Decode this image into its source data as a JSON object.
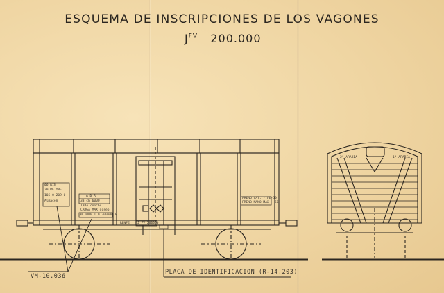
{
  "title": "ESQUEMA DE INSCRIPCIONES DE LOS VAGONES",
  "subtitle": {
    "prefix": "J",
    "superscript": "FV",
    "number": "200.000"
  },
  "side_view": {
    "left_panel": [
      "06 RIN",
      "20 RE.YPE",
      "105 0 209-0",
      "Almacen"
    ],
    "weight_block": {
      "header": "A D R",
      "row1": "33 ch   6000",
      "row2": "TARA concbs",
      "row3": "CARGA MAX dcseo"
    },
    "long_label": "Ø 1000 1 0 200000 0",
    "right_panel": [
      "FRENO CAT. - FE-50",
      "FRENO MANO MAX - 56"
    ],
    "bottom_left": "RENFE",
    "bottom_plate": "J FV 200000"
  },
  "end_view": {
    "class_left": "2ª ARABIA",
    "class_right": "1ª ARABIA"
  },
  "callouts": {
    "left": "VM-10.036",
    "bottom": "PLACA DE IDENTIFICACION (R-14.203)"
  },
  "colors": {
    "paper": "#f0d9ab",
    "ink": "#2b2620"
  }
}
